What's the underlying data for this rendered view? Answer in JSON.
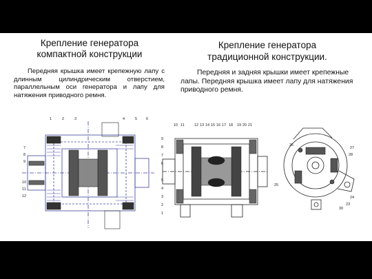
{
  "left": {
    "title_line1": "Крепление генератора",
    "title_line2": "компактной конструкции",
    "description": "Передняя крышка имеет крепежную лапу с длинным цилиндрическим отверстием, параллельным оси генератора и лапу для натяжения приводного ремня."
  },
  "right": {
    "title_line1": "Крепление генератора",
    "title_line2": "традиционной конструкции.",
    "description": "Передняя и задняя крышки имеет крепежные лапы.   Передняя крышка имеет лапу для натяжения приводного ремня."
  },
  "figures": {
    "left_numbers": [
      "1",
      "2",
      "3",
      "4",
      "5",
      "6",
      "7",
      "8",
      "9",
      "10",
      "11",
      "12"
    ],
    "mid_numbers": [
      "10",
      "11",
      "12",
      "13",
      "14",
      "15",
      "16",
      "17",
      "18",
      "19",
      "20",
      "21",
      "9",
      "8",
      "7",
      "6",
      "5",
      "4",
      "3",
      "2",
      "1"
    ],
    "right_numbers": [
      "26",
      "27",
      "28",
      "25",
      "24",
      "23",
      "30"
    ]
  },
  "colors": {
    "slide_bg": "#ffffff",
    "frame_bg": "#000000",
    "left_drawing_accent": "#3a3f9a",
    "line": "#222222"
  }
}
